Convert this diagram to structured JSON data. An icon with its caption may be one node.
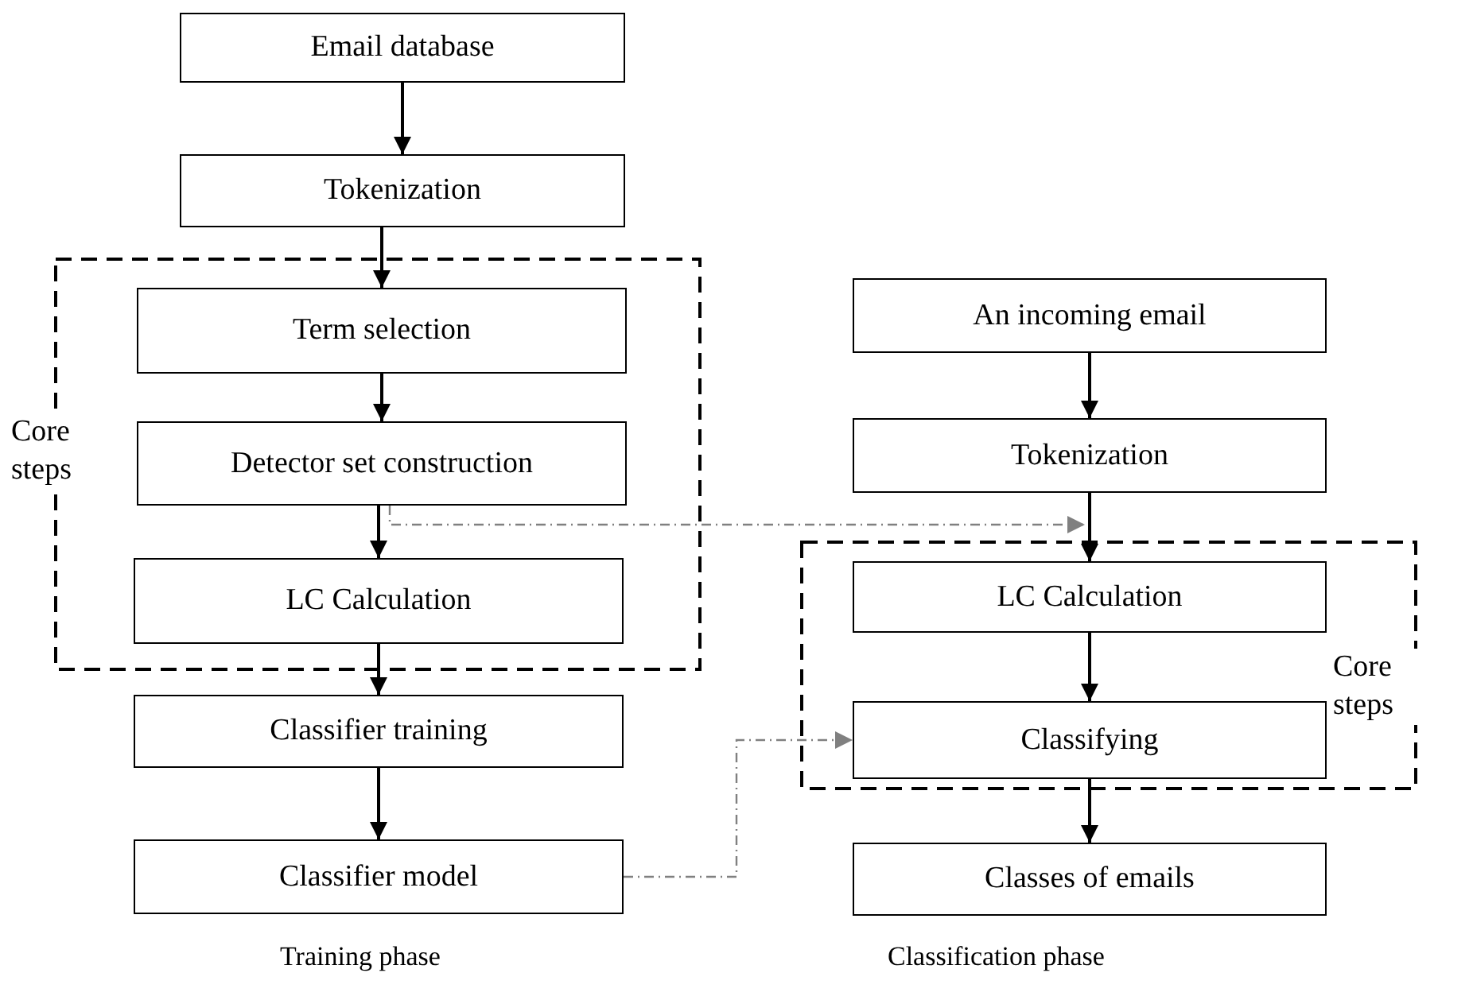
{
  "diagram": {
    "nodes": [
      {
        "text": [
          "Email database"
        ]
      },
      {
        "text": [
          "Tokenization"
        ]
      },
      {
        "text": [
          "Core steps"
        ]
      },
      {
        "text": [
          "Term selection"
        ],
        "in": 2
      },
      {
        "text": [
          "Detector set construction"
        ],
        "in": 2
      },
      {
        "text": [
          "LC Calculation"
        ],
        "in": 2
      },
      {
        "text": [
          "Classifier training"
        ]
      },
      {
        "text": [
          "Classifier model"
        ]
      },
      {
        "text": [
          "An incoming email"
        ]
      },
      {
        "text": [
          "Tokenization"
        ]
      },
      {
        "text": [
          "Core steps"
        ]
      },
      {
        "text": [
          "LC Calculation"
        ],
        "in": 10
      },
      {
        "text": [
          "Classifying"
        ],
        "in": 10
      },
      {
        "text": [
          "Classes of emails"
        ]
      }
    ],
    "edges": [
      {
        "from": 0,
        "to": 1,
        "arrow": "to"
      },
      {
        "from": 1,
        "to": 3,
        "arrow": "to"
      },
      {
        "from": 3,
        "to": 4,
        "arrow": "to"
      },
      {
        "from": 4,
        "to": 5,
        "arrow": "to"
      },
      {
        "from": 5,
        "to": 6,
        "arrow": "to"
      },
      {
        "from": 6,
        "to": 7,
        "arrow": "to"
      },
      {
        "from": 8,
        "to": 9,
        "arrow": "to"
      },
      {
        "from": 9,
        "to": 11,
        "arrow": "to"
      },
      {
        "from": 11,
        "to": 12,
        "arrow": "to"
      },
      {
        "from": 12,
        "to": 13,
        "arrow": "to"
      },
      {
        "from": 4,
        "to": 11,
        "arrow": "to",
        "style": "dashed",
        "color": "#808080"
      },
      {
        "from": 7,
        "to": 12,
        "arrow": "to",
        "style": "dashed",
        "color": "#808080"
      }
    ],
    "labels": [
      "Training phase",
      "Classification phase"
    ]
  }
}
